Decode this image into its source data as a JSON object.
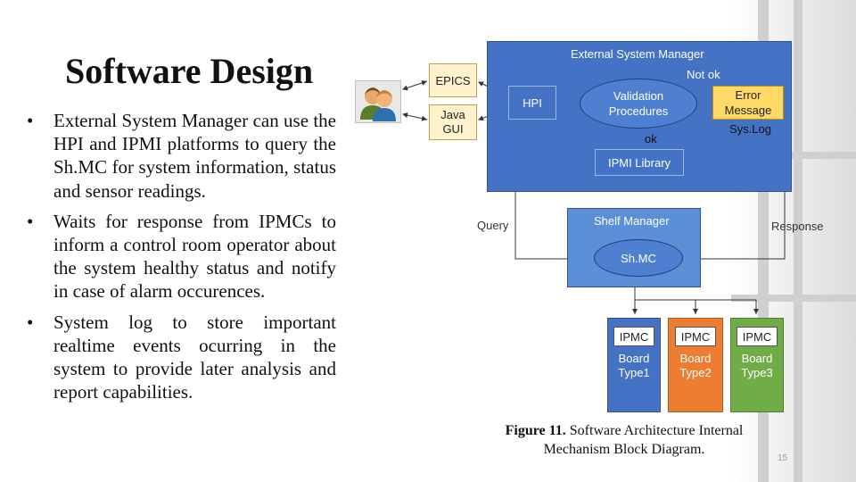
{
  "slide": {
    "title": "Software Design",
    "bullets": [
      "External System Manager can use the HPI and IPMI platforms to query the Sh.MC for system information, status and sensor readings.",
      "Waits for response from IPMCs to inform a control room operator about the system healthy status and notify in case of alarm occurences.",
      "System log to store important realtime events ocurring in the system  to provide later analysis and report capabilities."
    ],
    "bullet_symbol": "•",
    "caption_label": "Figure 11.",
    "caption_text": " Software Architecture Internal Mechanism Block Diagram.",
    "page_number": "15"
  },
  "diagram": {
    "clients": {
      "epics": "EPICS",
      "java_gui": "Java GUI"
    },
    "esm": {
      "title": "External System Manager",
      "hpi": "HPI",
      "validation": "Validation Procedures",
      "not_ok": "Not ok",
      "error_message": "Error Message",
      "syslog": "Sys.Log",
      "ok": "ok",
      "ipmi_library": "IPMI Library"
    },
    "query": "Query",
    "response": "Response",
    "shelf": {
      "title": "Shelf Manager",
      "shmc": "Sh.MC"
    },
    "boards": [
      {
        "ipmc": "IPMC",
        "name": "Board Type1",
        "color": "#4472c4"
      },
      {
        "ipmc": "IPMC",
        "name": "Board Type2",
        "color": "#ed7d31"
      },
      {
        "ipmc": "IPMC",
        "name": "Board Type3",
        "color": "#70ad47"
      }
    ],
    "colors": {
      "esm": "#4472c4",
      "shelf": "#5b8fd6",
      "client": "#fff2cc",
      "ipmc_box": "#ffffff",
      "error": "#ffd966"
    }
  }
}
